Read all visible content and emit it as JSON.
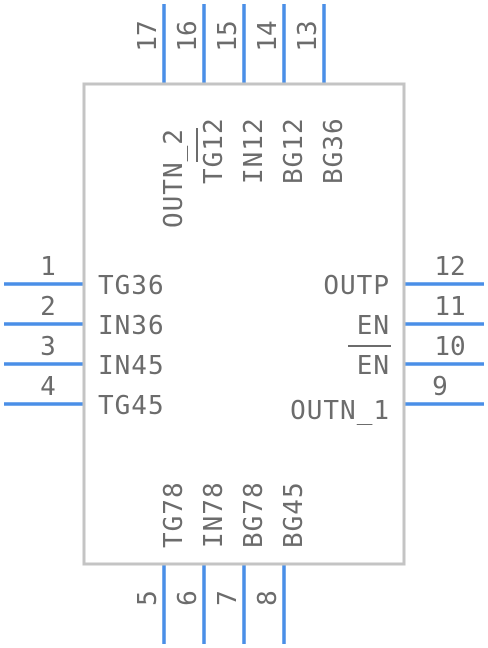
{
  "pins": {
    "left": [
      {
        "num": "1",
        "label": "TG36"
      },
      {
        "num": "2",
        "label": "IN36"
      },
      {
        "num": "3",
        "label": "IN45"
      },
      {
        "num": "4",
        "label": "TG45"
      }
    ],
    "right": [
      {
        "num": "12",
        "label": "OUTP"
      },
      {
        "num": "11",
        "label": "EN"
      },
      {
        "num": "10",
        "label": "EN"
      },
      {
        "num": "9",
        "label": "OUTN_1"
      }
    ],
    "top": [
      {
        "num": "17",
        "label": "OUTN_2"
      },
      {
        "num": "16",
        "label": "TG12"
      },
      {
        "num": "15",
        "label": "IN12"
      },
      {
        "num": "14",
        "label": "BG12"
      },
      {
        "num": "13",
        "label": "BG36"
      }
    ],
    "bottom": [
      {
        "num": "5",
        "label": "TG78"
      },
      {
        "num": "6",
        "label": "IN78"
      },
      {
        "num": "7",
        "label": "BG78"
      },
      {
        "num": "8",
        "label": "BG45"
      }
    ]
  },
  "colors": {
    "pin": "#4a8fe7",
    "body_outline": "#c4c4c4",
    "text": "#6c6c6c"
  }
}
